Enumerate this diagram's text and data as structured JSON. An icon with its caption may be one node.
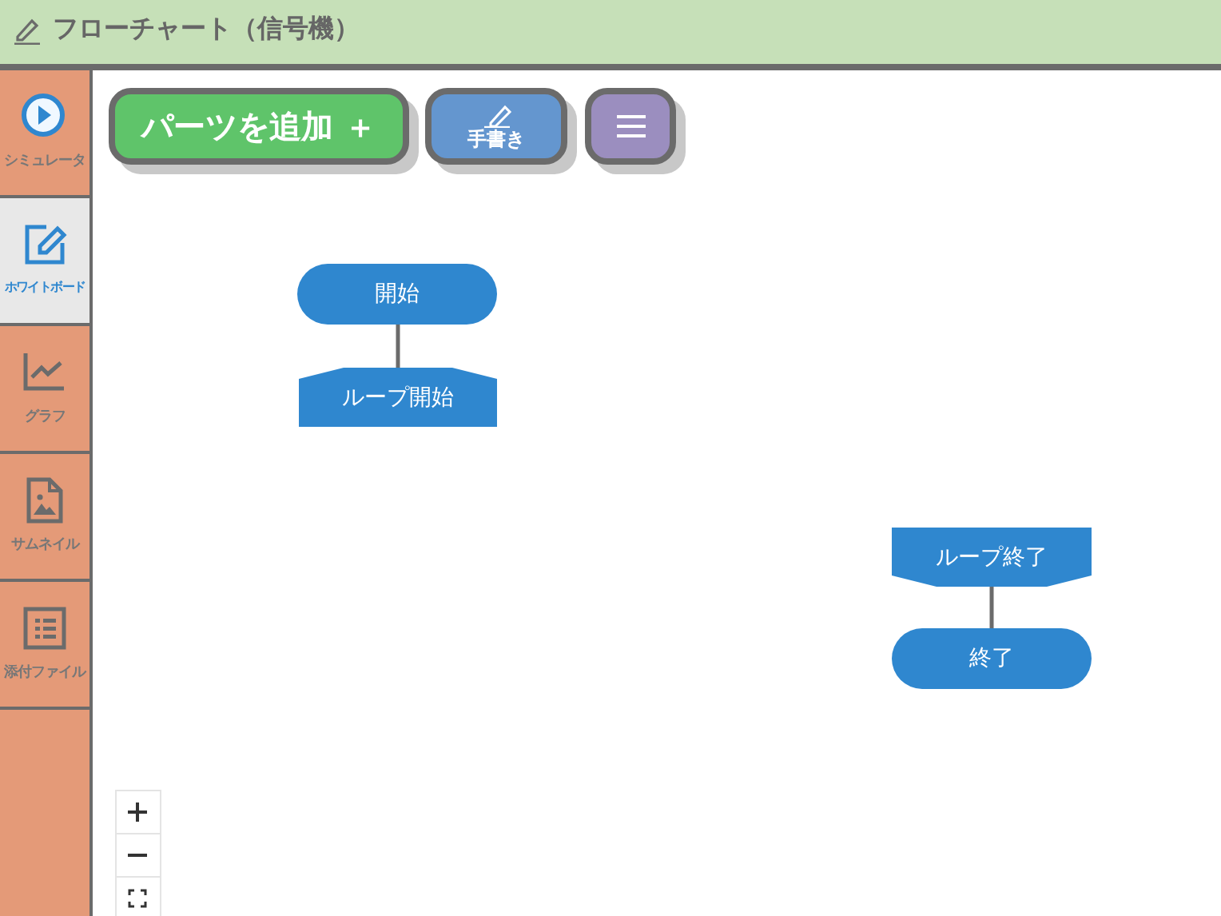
{
  "diagram": {
    "title": "フローチャート（信号機）",
    "nodes": [
      {
        "text": [
          "開始"
        ]
      },
      {
        "text": [
          "ループ開始"
        ]
      },
      {
        "text": [
          "ループ終了"
        ]
      },
      {
        "text": [
          "終了"
        ]
      }
    ],
    "edges": [
      {
        "from": 0,
        "to": 1,
        "arrow": "none"
      },
      {
        "from": 2,
        "to": 3,
        "arrow": "none"
      }
    ],
    "labels": [
      "パーツを追加 ＋",
      "手書き",
      "シミュレータ",
      "ホワイトボード",
      "グラフ",
      "サムネイル",
      "添付ファイル"
    ]
  }
}
